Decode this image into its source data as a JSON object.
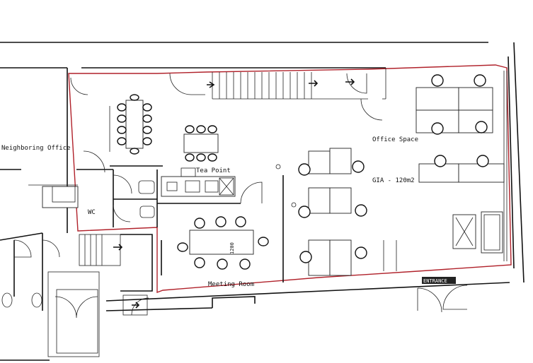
{
  "rooms": {
    "neighboring_office": "Neighboring Office",
    "office_space": "Office Space",
    "gia": "GIA - 120m2",
    "tea_point": "Tea Point",
    "wc": "WC",
    "meeting_room": "Meeting Room",
    "table_size": "1200",
    "entrance": "ENTRANCE"
  },
  "colors": {
    "boundary": "#b0212a",
    "lines": "#111111"
  }
}
